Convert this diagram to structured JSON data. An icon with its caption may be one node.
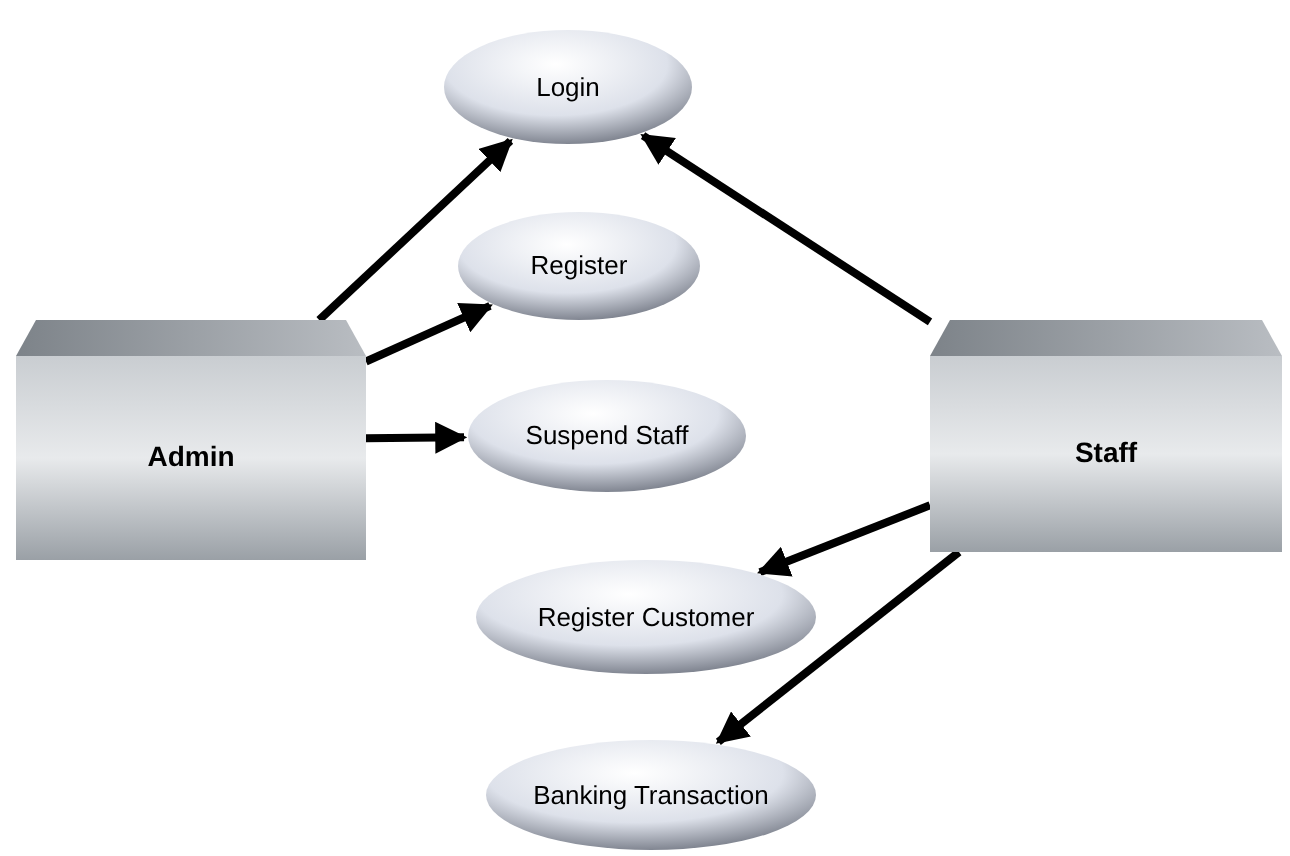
{
  "diagram": {
    "nodes": [
      {
        "text": [
          "Login"
        ]
      },
      {
        "text": [
          "Register"
        ]
      },
      {
        "text": [
          "Admin"
        ]
      },
      {
        "text": [
          "Suspend Staff"
        ]
      },
      {
        "text": [
          "Staff"
        ]
      },
      {
        "text": [
          "Register Customer"
        ]
      },
      {
        "text": [
          "Banking Transaction"
        ]
      }
    ],
    "edges": [
      {
        "from": 2,
        "to": 0,
        "arrow": "to"
      },
      {
        "from": 2,
        "to": 1,
        "arrow": "to"
      },
      {
        "from": 2,
        "to": 3,
        "arrow": "to"
      },
      {
        "from": 4,
        "to": 0,
        "arrow": "to"
      },
      {
        "from": 4,
        "to": 5,
        "arrow": "to"
      },
      {
        "from": 4,
        "to": 6,
        "arrow": "to"
      }
    ]
  }
}
